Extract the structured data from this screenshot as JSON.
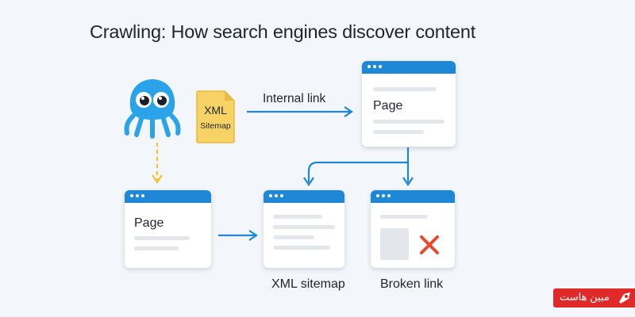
{
  "title": "Crawling: How search engines discover content",
  "colors": {
    "accent": "#1e88d6",
    "crawler": "#2aa3e8",
    "dashed_arrow": "#f2c230",
    "sitemap_file": "#f7d264",
    "error": "#e8492e",
    "brand_bg": "#e02a2a"
  },
  "crawler": {
    "icon": "spider-bot-icon"
  },
  "xml_file": {
    "line1": "XML",
    "line2": "Sitemap",
    "icon": "document-icon"
  },
  "internal_link_label": "Internal link",
  "cards": {
    "top_page": {
      "text": "Page"
    },
    "left_page": {
      "text": "Page"
    },
    "xml_sitemap": {
      "caption": "XML sitemap"
    },
    "broken_link": {
      "caption": "Broken link",
      "icon": "close-icon"
    }
  },
  "brand": {
    "text": "مبین هاست",
    "icon": "rocket-logo-icon"
  }
}
